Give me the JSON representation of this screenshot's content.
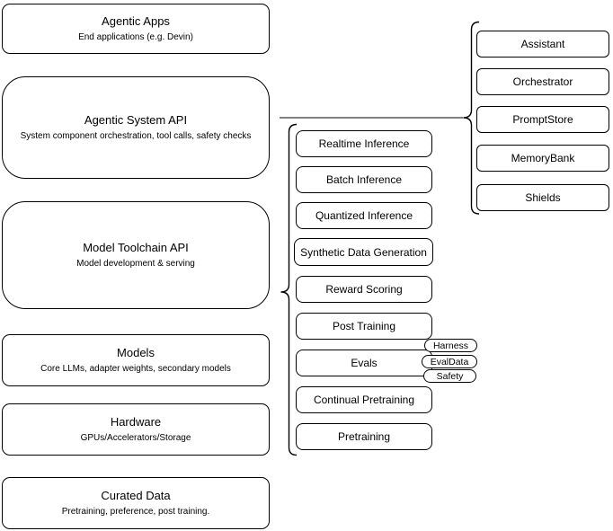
{
  "diagram": {
    "title_hint": "Agentic LLM stack architecture",
    "left_stack": [
      {
        "title": "Agentic Apps",
        "subtitle": "End applications (e.g. Devin)"
      },
      {
        "title": "Agentic System API",
        "subtitle": "System component orchestration, tool calls, safety checks"
      },
      {
        "title": "Model Toolchain API",
        "subtitle": "Model development & serving"
      },
      {
        "title": "Models",
        "subtitle": "Core LLMs, adapter weights, secondary models"
      },
      {
        "title": "Hardware",
        "subtitle": "GPUs/Accelerators/Storage"
      },
      {
        "title": "Curated Data",
        "subtitle": "Pretraining, preference, post training."
      }
    ],
    "toolchain_items": [
      "Realtime Inference",
      "Batch Inference",
      "Quantized Inference",
      "Synthetic Data Generation",
      "Reward Scoring",
      "Post Training",
      "Evals",
      "Continual Pretraining",
      "Pretraining"
    ],
    "eval_tags": [
      "Harness",
      "EvalData",
      "Safety"
    ],
    "system_components": [
      "Assistant",
      "Orchestrator",
      "PromptStore",
      "MemoryBank",
      "Shields"
    ],
    "colors": {
      "stroke": "#000000",
      "connector_line": "#808080",
      "background": "#ffffff"
    }
  }
}
